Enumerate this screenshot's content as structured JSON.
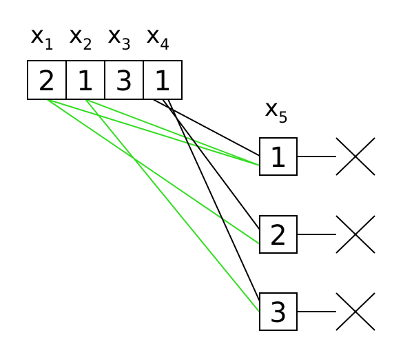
{
  "colors": {
    "green_edge": "#33dd22",
    "black_edge": "#000000"
  },
  "variables": [
    {
      "name": "x",
      "subscript": "1",
      "value": "2"
    },
    {
      "name": "x",
      "subscript": "2",
      "value": "1"
    },
    {
      "name": "x",
      "subscript": "3",
      "value": "3"
    },
    {
      "name": "x",
      "subscript": "4",
      "value": "1"
    }
  ],
  "target": {
    "name": "x",
    "subscript": "5",
    "nodes": [
      "1",
      "2",
      "3"
    ]
  },
  "edges": [
    {
      "from": 0,
      "to": 1,
      "color": "green"
    },
    {
      "from": 0,
      "to": 0,
      "color": "green"
    },
    {
      "from": 1,
      "to": 0,
      "color": "green"
    },
    {
      "from": 1,
      "to": 2,
      "color": "green"
    },
    {
      "from": 3,
      "to": 0,
      "color": "black"
    },
    {
      "from": 3,
      "to": 1,
      "color": "black"
    },
    {
      "from": 3,
      "to": 2,
      "color": "black"
    }
  ],
  "node_terminals": [
    "cross-icon",
    "cross-icon",
    "cross-icon"
  ]
}
